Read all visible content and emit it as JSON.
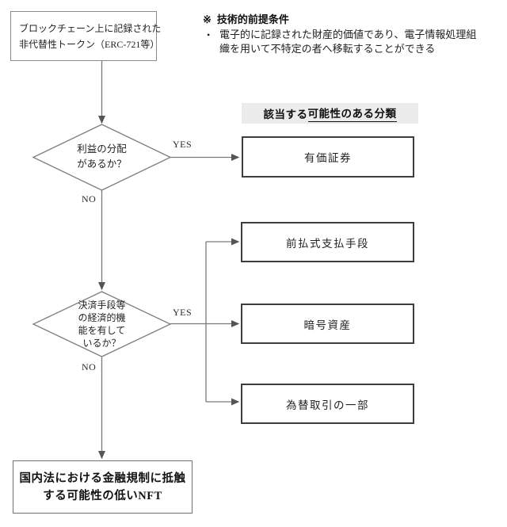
{
  "colors": {
    "line": "#7a7a7a",
    "arrowhead": "#555555",
    "box_border_light": "#8a8a8a",
    "box_border_dark": "#3d3d3d",
    "header_background": "#ececec",
    "text": "#1f1f1f"
  },
  "flowchart": {
    "start": {
      "lines": [
        "ブロックチェーン上に記録された",
        "非代替性トークン（ERC-721等）"
      ]
    },
    "note": {
      "marker": "※",
      "title": "技術的前提条件",
      "bullet": "•",
      "lines": [
        "電子的に記録された財産的価値であり、電子情報処理組",
        "織を用いて不特定の者へ移転することができる"
      ]
    },
    "category_header": {
      "prefix": "該当する",
      "underlined": "可能性のある分類"
    },
    "decision_profit": {
      "lines": [
        "利益の分配",
        "があるか？"
      ],
      "yes": "YES",
      "no": "NO"
    },
    "decision_settlement": {
      "lines": [
        "決済手段等",
        "の経済的機",
        "能を有して",
        "いるか？"
      ],
      "yes": "YES",
      "no": "NO"
    },
    "outcome_securities": {
      "label": "有価証券"
    },
    "outcome_prepaid": {
      "label": "前払式支払手段"
    },
    "outcome_crypto": {
      "label": "暗号資産"
    },
    "outcome_exchange": {
      "label": "為替取引の一部"
    },
    "end": {
      "lines": [
        "国内法における金融規制に抵触",
        "する可能性の低いNFT"
      ]
    }
  }
}
